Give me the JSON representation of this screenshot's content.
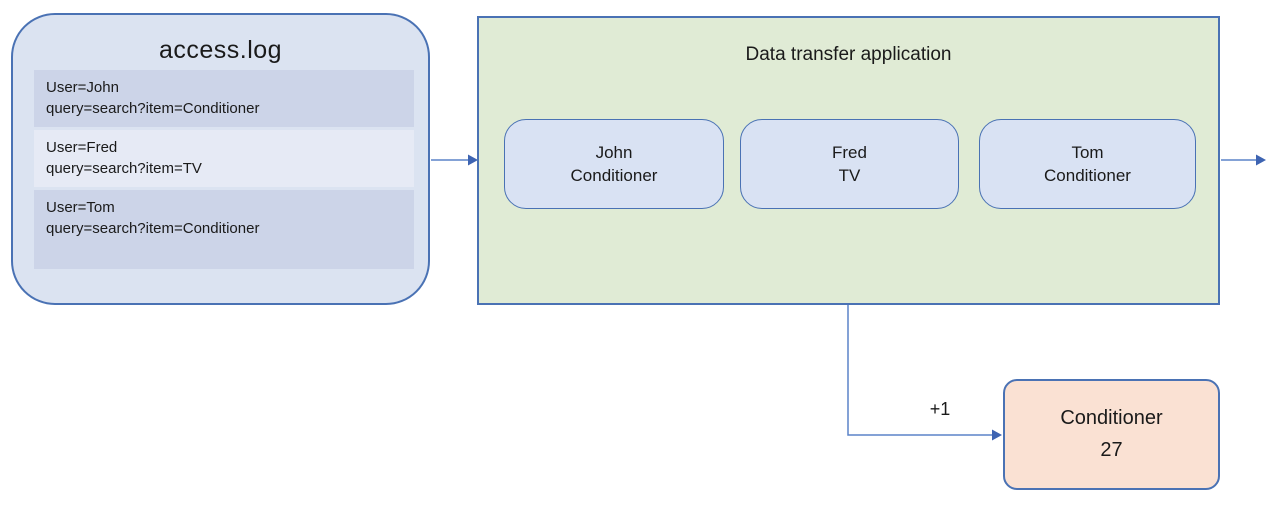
{
  "access_log": {
    "title": "access.log",
    "entries": [
      {
        "user": "User=John",
        "query": "query=search?item=Conditioner"
      },
      {
        "user": "User=Fred",
        "query": "query=search?item=TV"
      },
      {
        "user": "User=Tom",
        "query": "query=search?item=Conditioner"
      }
    ]
  },
  "app": {
    "title": "Data transfer application",
    "records": [
      {
        "user": "John",
        "item": "Conditioner"
      },
      {
        "user": "Fred",
        "item": "TV"
      },
      {
        "user": "Tom",
        "item": "Conditioner"
      }
    ]
  },
  "increment_label": "+1",
  "counter": {
    "label": "Conditioner",
    "value": "27"
  },
  "colors": {
    "border_blue": "#4a72b4",
    "log_fill": "#dbe3f1",
    "log_row_dark": "#ccd4e8",
    "log_row_light": "#e6eaf5",
    "app_fill": "#e0ebd5",
    "card_fill": "#d9e2f3",
    "counter_fill": "#fae1d3",
    "arrow_line": "#5b83c8",
    "arrow_head": "#3e64b2",
    "text_color": "#1a1a1a"
  }
}
